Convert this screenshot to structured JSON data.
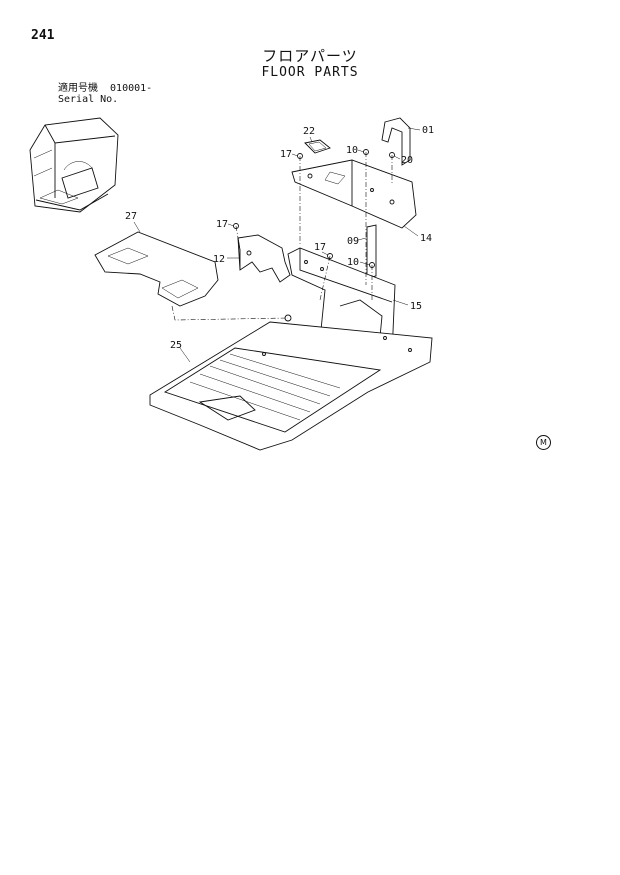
{
  "page": {
    "number": "241"
  },
  "title": {
    "japanese": "フロアパーツ",
    "english": "FLOOR PARTS"
  },
  "serial": {
    "label_jp": "適用号機",
    "value": "010001-",
    "label_en": "Serial No."
  },
  "callouts": [
    "01",
    "22",
    "17",
    "10",
    "20",
    "14",
    "27",
    "17",
    "12",
    "17",
    "09",
    "10",
    "15",
    "25"
  ],
  "mark": "M"
}
